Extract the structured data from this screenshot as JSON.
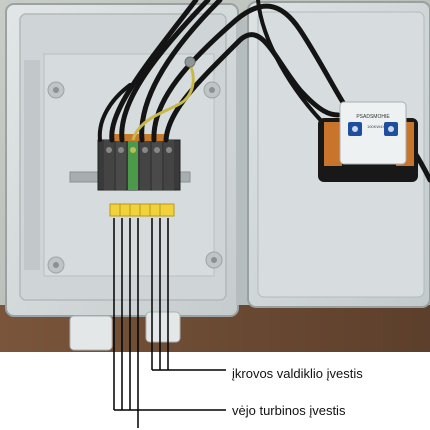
{
  "callouts": {
    "charge_controller_input": "įkrovos valdiklio įvestis",
    "wind_turbine_input": "vėjo turbinos įvestis"
  },
  "device": {
    "label_line1": "PSADSMOHIE",
    "label_line2": "100KW4X"
  },
  "colors": {
    "enclosure": "#d9dee0",
    "floor": "#6b4a34",
    "terminal_block": "#3a3a3a",
    "ground_terminal": "#4a9a4a",
    "label_strip": "#f2d23a",
    "ground_wire": "#c8b84a"
  }
}
